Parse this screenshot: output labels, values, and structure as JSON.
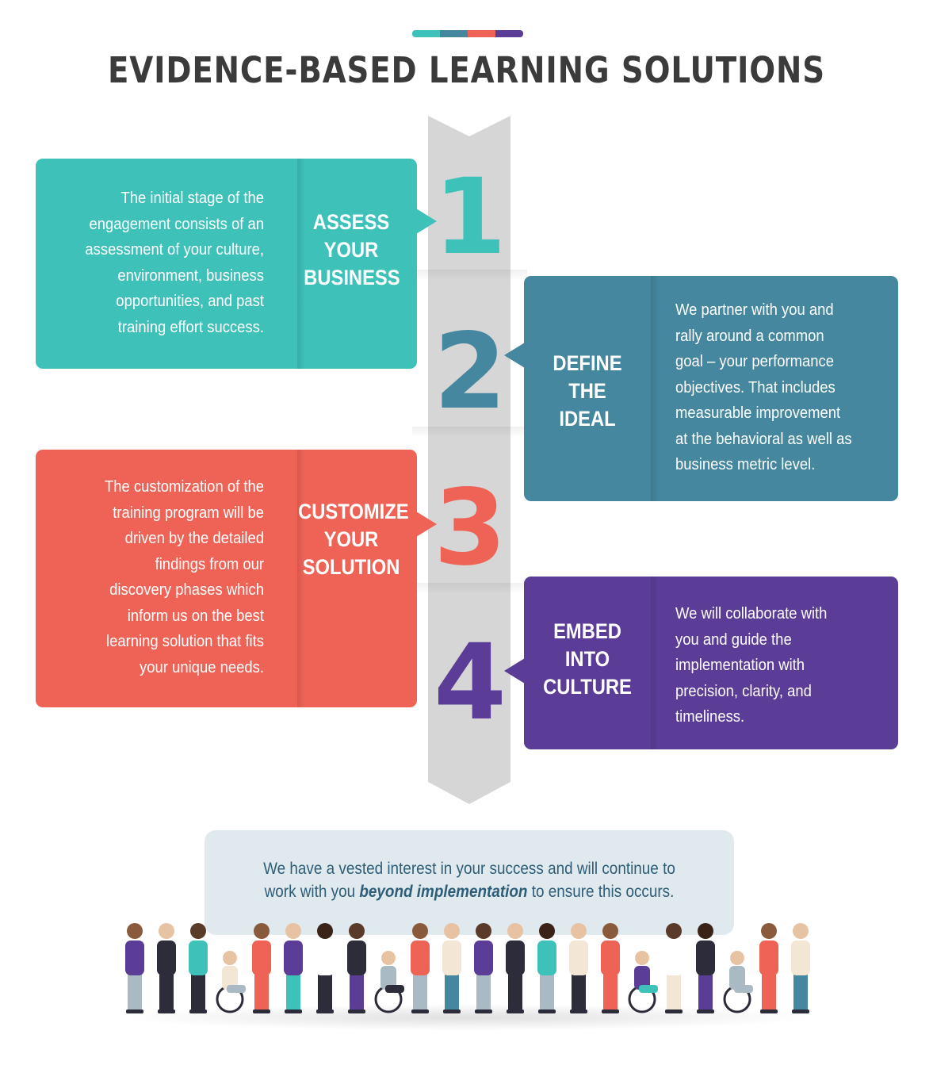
{
  "title": "EVIDENCE-BASED LEARNING SOLUTIONS",
  "colors": {
    "teal": "#3ec1b9",
    "steel_blue": "#45879e",
    "coral": "#ef6356",
    "purple": "#5b3d98",
    "spine": "#d6d6d6",
    "footer_bg": "#dfe9ee",
    "footer_text": "#2e5d78",
    "title_text": "#3b3b3b"
  },
  "steps": [
    {
      "number": "1",
      "label_lines": [
        "ASSESS",
        "YOUR",
        "BUSINESS"
      ],
      "description_lines": [
        "The initial stage of the",
        "engagement consists of an",
        "assessment of your culture,",
        "environment, business",
        "opportunities, and past",
        "training effort success."
      ]
    },
    {
      "number": "2",
      "label_lines": [
        "DEFINE",
        "THE IDEAL"
      ],
      "description_lines": [
        "We partner with you and",
        "rally around a common",
        "goal – your performance",
        "objectives. That includes",
        "measurable improvement",
        "at the behavioral as well as",
        "business metric level."
      ]
    },
    {
      "number": "3",
      "label_lines": [
        "CUSTOMIZE",
        "YOUR",
        "SOLUTION"
      ],
      "description_lines": [
        "The customization of the",
        "training program will be",
        "driven by the detailed",
        "findings from our",
        "discovery phases which",
        "inform us on the best",
        "learning solution that fits",
        "your unique needs."
      ]
    },
    {
      "number": "4",
      "label_lines": [
        "EMBED",
        "INTO",
        "CULTURE"
      ],
      "description_lines": [
        "We will collaborate with",
        "you and guide the",
        "implementation with",
        "precision, clarity, and",
        "timeliness."
      ]
    }
  ],
  "footer": {
    "line1": "We have a vested interest in your success and will continue to",
    "line2_before": "work with you ",
    "line2_emphasis": "beyond implementation",
    "line2_after": " to ensure this occurs."
  },
  "crowd_icon": "diverse-people-crowd-illustration"
}
